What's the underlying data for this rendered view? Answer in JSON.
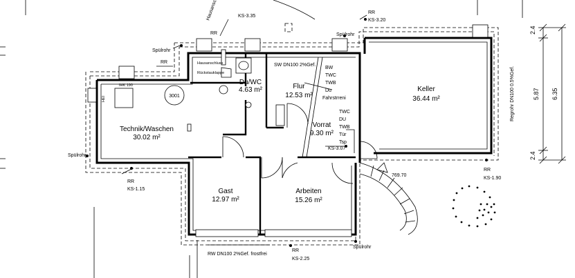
{
  "rooms": {
    "technik": {
      "name": "Technik/Waschen",
      "area": "30.02 m²"
    },
    "keller": {
      "name": "Keller",
      "area": "36.44 m²"
    },
    "bad": {
      "name": "Du/WC",
      "area": "4.63 m²"
    },
    "flur": {
      "name": "Flur",
      "area": "12.53 m²"
    },
    "vorrat": {
      "name": "Vorrat",
      "area": "9.30 m²"
    },
    "gast": {
      "name": "Gast",
      "area": "12.97 m²"
    },
    "arbeiten": {
      "name": "Arbeiten",
      "area": "15.26 m²"
    }
  },
  "labels": {
    "hausanschluss": "Hausanschluss",
    "rueckstauklappe": "Rückstauklappe",
    "hausanschluss_wasser": "Hausanschl. Wasser",
    "ks_335": "KS-3.35",
    "ks_320": "KS-3.20",
    "ks_307": "KS-3.07",
    "ks_190": "KS-1.90",
    "ks_115": "KS-1.15",
    "ks_225": "KS-2.25",
    "rr": "RR",
    "spuelrohr": "Spülrohr",
    "sw_pipe": "SW DN100 2%Gef.",
    "rw_pipe": "RW DN100 2%Gef. frostfrei",
    "regenrohr": "Regrohr DN100 0.5%Gef.",
    "gauge": "3001",
    "ihk": "IHK 190",
    "hei": "HEI",
    "vorrat_items": [
      "TWC",
      "DU",
      "TWB",
      "Tür",
      "Tsp"
    ],
    "flur_items": [
      "BW",
      "TWC",
      "TWB",
      "Du",
      "Fahrstrreni"
    ],
    "elevation": "769.70"
  },
  "dimensions": [
    "2.4",
    "5.87",
    "6.35",
    "2.4"
  ]
}
